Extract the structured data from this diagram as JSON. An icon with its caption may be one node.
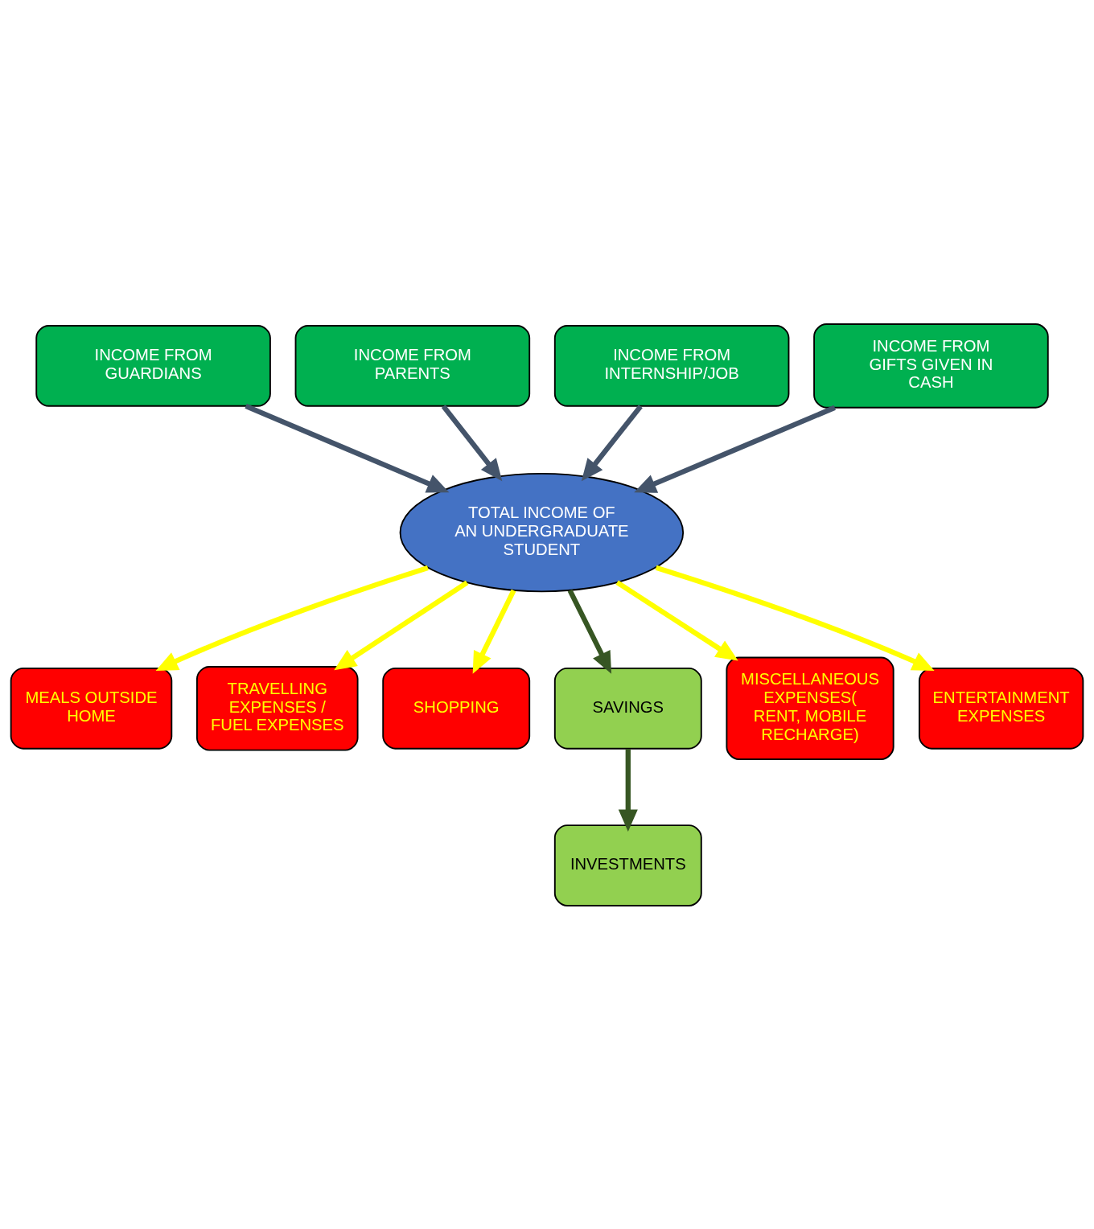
{
  "diagram": {
    "nodes": [
      {
        "text": [
          "INCOME FROM PARENTS"
        ]
      },
      {
        "text": [
          "INCOME FROM INTERNSHIP/JOB"
        ]
      },
      {
        "text": [
          "INCOME FROM GUARDIANS"
        ]
      },
      {
        "text": [
          "INCOME FROM GIFTS GIVEN IN CASH"
        ]
      },
      {
        "text": [
          "TOTAL INCOME OF AN UNDERGRADUATE STUDENT"
        ]
      },
      {
        "text": [
          "ENTERTAINMENT EXPENSES"
        ]
      },
      {
        "text": [
          "MEALS OUTSIDE HOME"
        ]
      },
      {
        "text": [
          "TRAVELLING EXPENSES / FUEL EXPENSES"
        ]
      },
      {
        "text": [
          "SHOPPING"
        ]
      },
      {
        "text": [
          "SAVINGS"
        ]
      },
      {
        "text": [
          "MISCELLANEOUS EXPENSES( RENT, MOBILE RECHARGE)"
        ]
      },
      {
        "text": [
          "INVESTMENTS"
        ]
      }
    ],
    "edges": [
      {
        "from": 0,
        "to": 4,
        "arrow": "to",
        "color": "#44546a"
      },
      {
        "from": 1,
        "to": 4,
        "arrow": "to",
        "color": "#44546a"
      },
      {
        "from": 2,
        "to": 4,
        "arrow": "to",
        "color": "#44546a"
      },
      {
        "from": 3,
        "to": 4,
        "arrow": "to",
        "color": "#44546a"
      },
      {
        "from": 4,
        "to": 6,
        "arrow": "to",
        "color": "#ffff00"
      },
      {
        "from": 4,
        "to": 7,
        "arrow": "to",
        "color": "#ffff00"
      },
      {
        "from": 4,
        "to": 8,
        "arrow": "to",
        "color": "#ffff00"
      },
      {
        "from": 4,
        "to": 9,
        "arrow": "to",
        "color": "#375623"
      },
      {
        "from": 4,
        "to": 10,
        "arrow": "to",
        "color": "#ffff00"
      },
      {
        "from": 4,
        "to": 5,
        "arrow": "to",
        "color": "#ffff00"
      },
      {
        "from": 9,
        "to": 11,
        "arrow": "to",
        "color": "#375623"
      }
    ]
  }
}
